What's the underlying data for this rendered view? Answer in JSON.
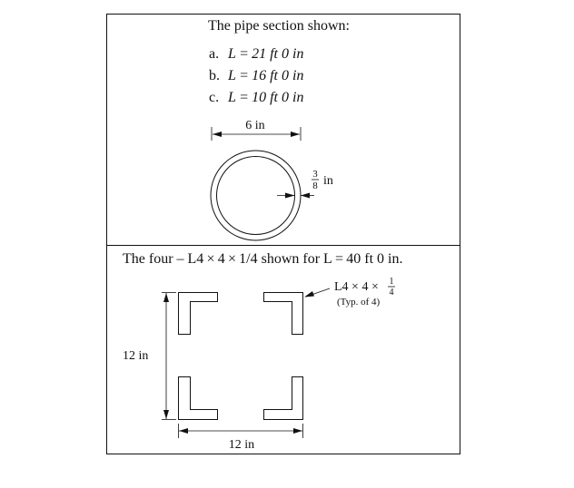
{
  "problem": {
    "panel_a": {
      "heading": "The pipe section shown:",
      "cases": [
        {
          "letter": "a.",
          "text": "L = 21 ft 0 in"
        },
        {
          "letter": "b.",
          "text": "L = 16 ft 0 in"
        },
        {
          "letter": "c.",
          "text": "L = 10 ft 0 in"
        }
      ],
      "diameter_label": "6 in",
      "thickness_num": "3",
      "thickness_den": "8",
      "thickness_unit": "in"
    },
    "panel_b": {
      "heading": "The four – L4 × 4 × 1/4 shown for L = 40 ft 0 in.",
      "angle_callout_prefix": "L4 × 4 ×",
      "angle_callout_num": "1",
      "angle_callout_den": "4",
      "angle_note": "(Typ. of 4)",
      "height_label": "12 in",
      "width_label": "12 in"
    }
  }
}
